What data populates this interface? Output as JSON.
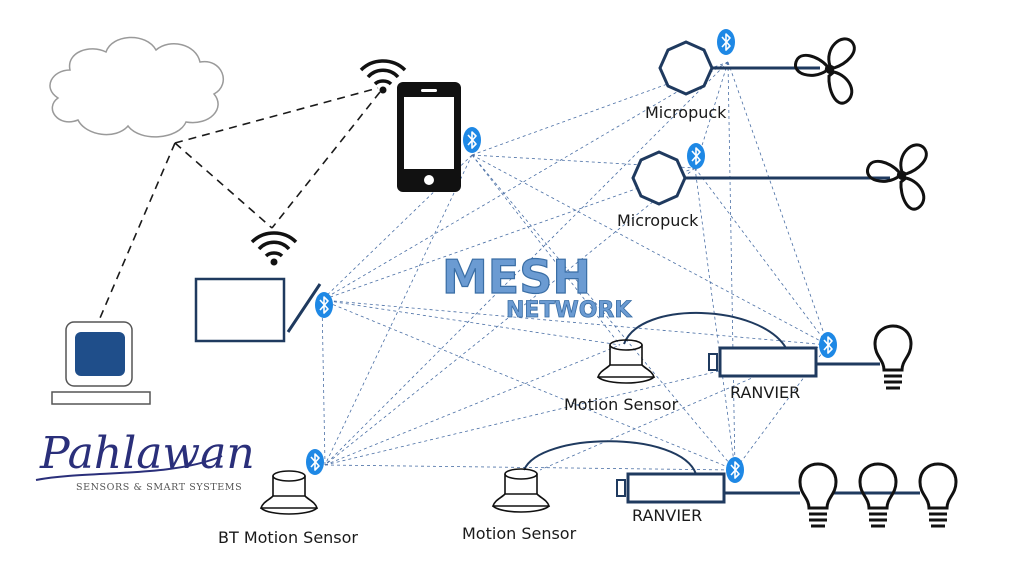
{
  "diagram": {
    "title_line1": "MESH",
    "title_line2": "NETWORK",
    "labels": {
      "micropuck_1": "Micropuck",
      "micropuck_2": "Micropuck",
      "motion_sensor_1": "Motion Sensor",
      "motion_sensor_2": "Motion Sensor",
      "ranvier_1": "RANVIER",
      "ranvier_2": "RANVIER",
      "bt_motion_sensor": "BT Motion Sensor"
    },
    "logo": {
      "name": "Pahlawan",
      "tagline": "SENSORS & SMART SYSTEMS"
    },
    "colors": {
      "mesh_title": "#6b9bd2",
      "bluetooth": "#1e88e5",
      "device_stroke": "#1f3a5f",
      "logo": "#2a2f7a"
    }
  }
}
